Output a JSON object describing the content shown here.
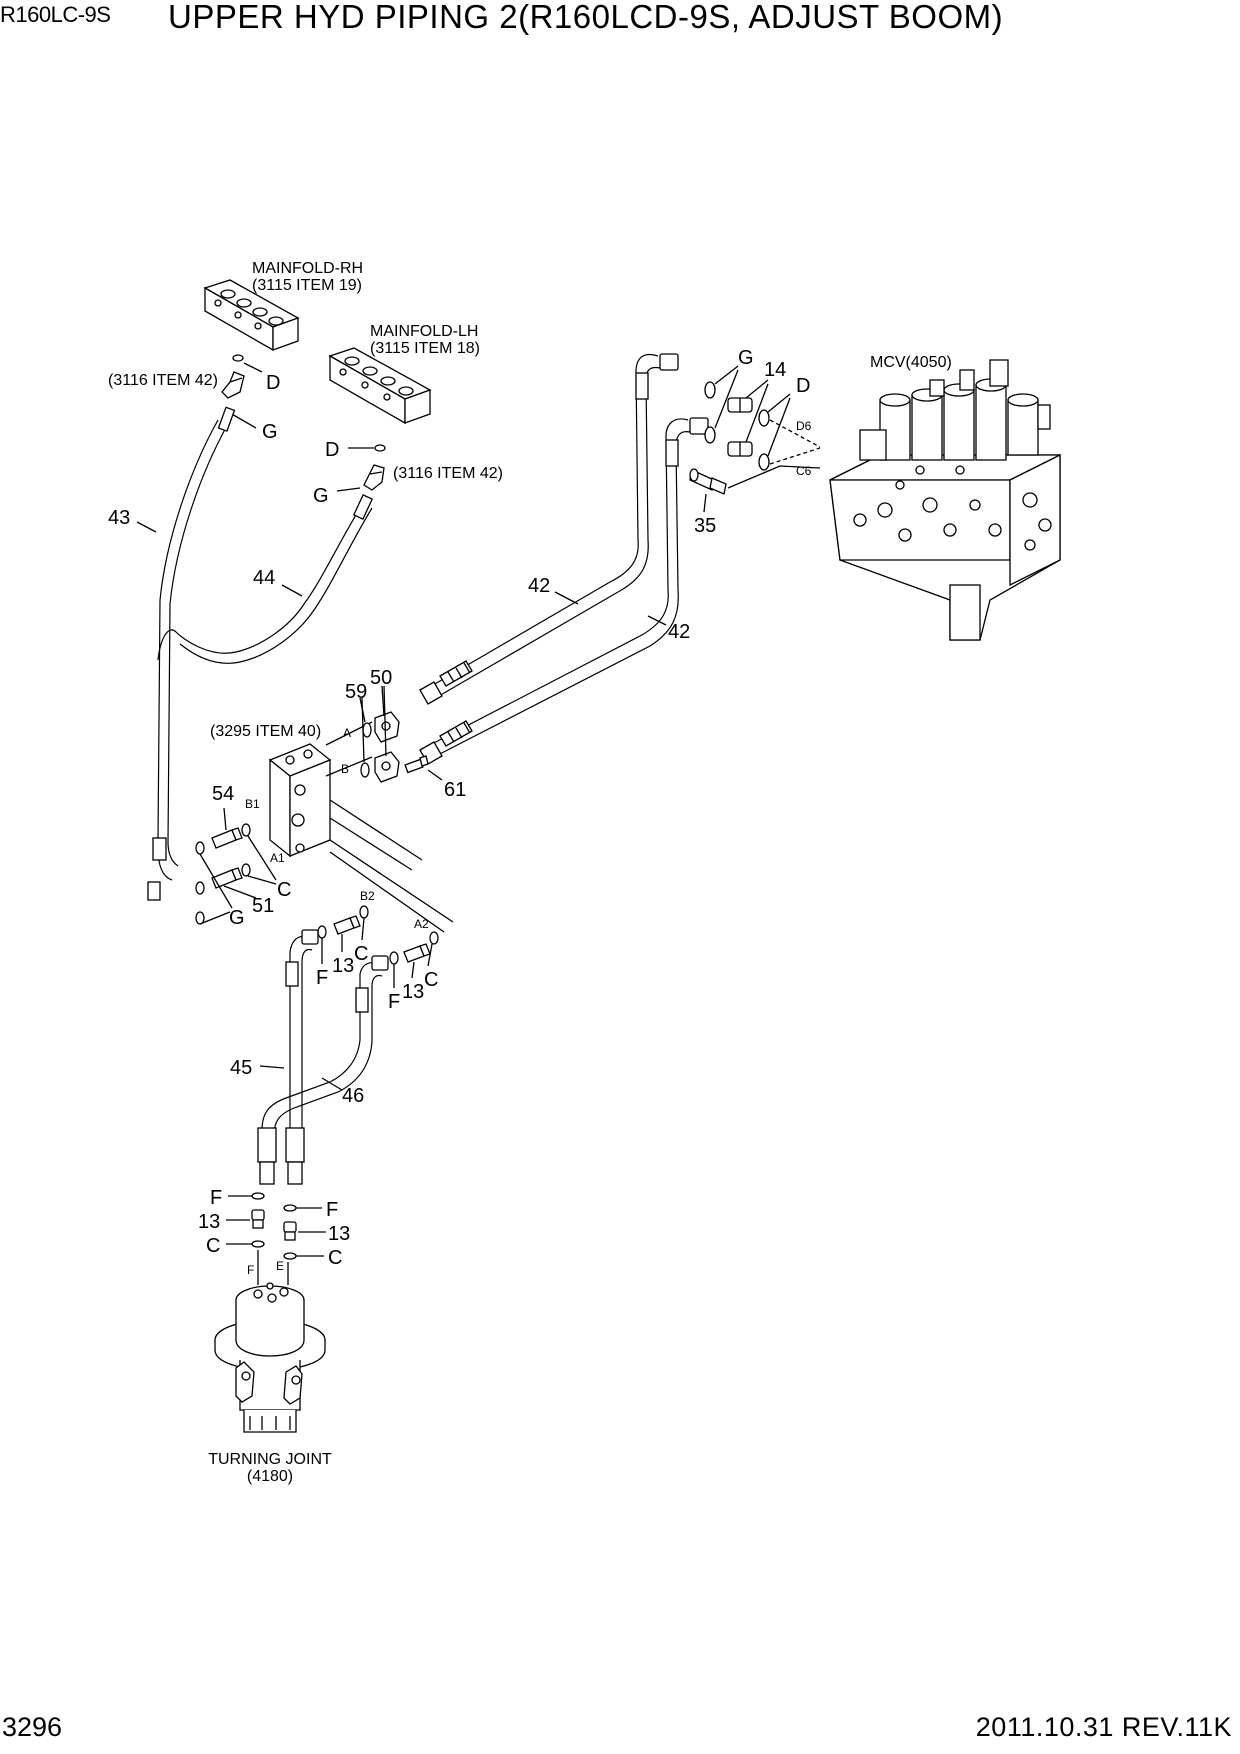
{
  "header": {
    "model": "R160LC-9S",
    "title": "UPPER HYD PIPING 2(R160LCD-9S, ADJUST BOOM)"
  },
  "footer": {
    "page_number": "3296",
    "date_revision": "2011.10.31  REV.11K"
  },
  "components": {
    "manifold_rh": {
      "name": "MAINFOLD-RH",
      "ref": "(3115 ITEM 19)"
    },
    "manifold_lh": {
      "name": "MAINFOLD-LH",
      "ref": "(3115 ITEM 18)"
    },
    "fitting_ref_rh": "(3116 ITEM 42)",
    "fitting_ref_lh": "(3116 ITEM 42)",
    "mcv": "MCV(4050)",
    "valve_block_ref": "(3295 ITEM 40)",
    "turning_joint": {
      "name": "TURNING JOINT",
      "ref": "(4180)"
    }
  },
  "callouts": {
    "d_rh": "D",
    "g_rh": "G",
    "d_lh": "D",
    "g_lh": "G",
    "hose_43": "43",
    "hose_44": "44",
    "hose_42_upper": "42",
    "hose_42_lower": "42",
    "g_mcv": "G",
    "adapter_14": "14",
    "d_mcv": "D",
    "d6": "D6",
    "c6": "C6",
    "valve_35": "35",
    "flange_59": "59",
    "flange_50": "50",
    "port_a": "A",
    "port_b": "B",
    "bolt_61": "61",
    "adapter_54": "54",
    "port_b1": "B1",
    "port_a1": "A1",
    "c_block": "C",
    "adapter_51": "51",
    "g_block": "G",
    "port_b2": "B2",
    "port_a2": "A2",
    "c_b2": "C",
    "f_b2": "F",
    "adapter_13_b2": "13",
    "c_a2": "C",
    "f_a2": "F",
    "adapter_13_a2": "13",
    "hose_45": "45",
    "hose_46": "46",
    "f_left": "F",
    "adapter_13_left": "13",
    "c_left": "C",
    "f_right": "F",
    "adapter_13_right": "13",
    "c_right": "C",
    "port_f": "F",
    "port_e": "E"
  }
}
